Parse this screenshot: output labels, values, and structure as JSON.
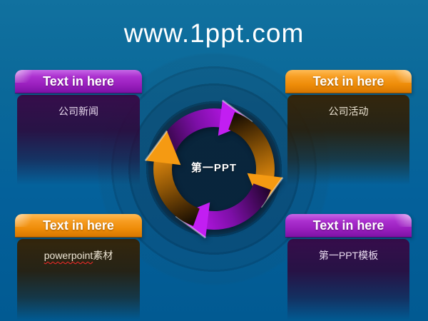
{
  "slide": {
    "title": "www.1ppt.com",
    "background_top_color": "#11719f",
    "background_bottom_color": "#015a92"
  },
  "diagram": {
    "type": "cycle",
    "center_label": "第一PPT",
    "direction": "clockwise",
    "arrows": [
      {
        "position": "top",
        "color_name": "purple",
        "color": "#bb16ea"
      },
      {
        "position": "right",
        "color_name": "orange",
        "color": "#f09310"
      },
      {
        "position": "bottom",
        "color_name": "purple",
        "color": "#bb16ea"
      },
      {
        "position": "left",
        "color_name": "orange",
        "color": "#f09310"
      }
    ]
  },
  "boxes": [
    {
      "position": "top-left",
      "theme": "purple",
      "header": "Text in here",
      "content": "公司新闻"
    },
    {
      "position": "top-right",
      "theme": "orange",
      "header": "Text in here",
      "content": "公司活动"
    },
    {
      "position": "bottom-left",
      "theme": "orange",
      "header": "Text in here",
      "content_prefix": "powerpoint",
      "content_suffix": "素材",
      "spellcheck_mark": "red-wavy-underline"
    },
    {
      "position": "bottom-right",
      "theme": "purple",
      "header": "Text in here",
      "content": "第一PPT模板"
    }
  ],
  "colors": {
    "purple_header": "#a62cc8",
    "orange_header": "#f5991e",
    "title_text": "#ffffff",
    "header_text": "#ffffff"
  }
}
